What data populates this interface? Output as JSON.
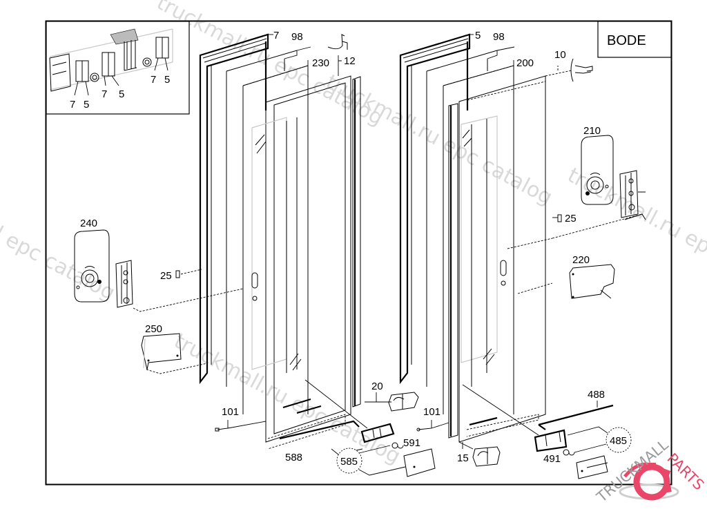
{
  "diagram": {
    "manufacturer_box": "BODE",
    "inset_labels": [
      {
        "id": "inset-label-7a",
        "text": "7"
      },
      {
        "id": "inset-label-5a",
        "text": "5"
      },
      {
        "id": "inset-label-7b",
        "text": "7"
      },
      {
        "id": "inset-label-5b",
        "text": "5"
      },
      {
        "id": "inset-label-7c",
        "text": "7"
      },
      {
        "id": "inset-label-5c",
        "text": "5"
      }
    ],
    "left_door_labels": {
      "seal_frame": "7",
      "seal_98": "98",
      "hook": "12",
      "panel": "230",
      "clip": "25",
      "handle_cover": "240",
      "cover_plate": "250",
      "guide_101": "101",
      "strip": "588",
      "bearing": "20",
      "pad_591": "591",
      "callout_585": "585"
    },
    "right_door_labels": {
      "seal_frame": "5",
      "seal_98": "98",
      "hook": "10",
      "panel": "200",
      "handle_cover": "210",
      "clip": "25",
      "cover_plate": "220",
      "guide_101": "101",
      "strip": "488",
      "bearing": "15",
      "pad_491": "491",
      "callout_485": "485"
    },
    "watermarks": [
      "truckmall.ru epc catalog",
      "truckmall.ru epc catalog",
      "truckmall.ru epc catalog",
      "truckmall.ru epc catalog",
      "l epc catalog"
    ],
    "logo": {
      "text_left": "TRUCKMALL",
      "text_right": "PARTS",
      "accent_color": "#e8476a"
    }
  }
}
